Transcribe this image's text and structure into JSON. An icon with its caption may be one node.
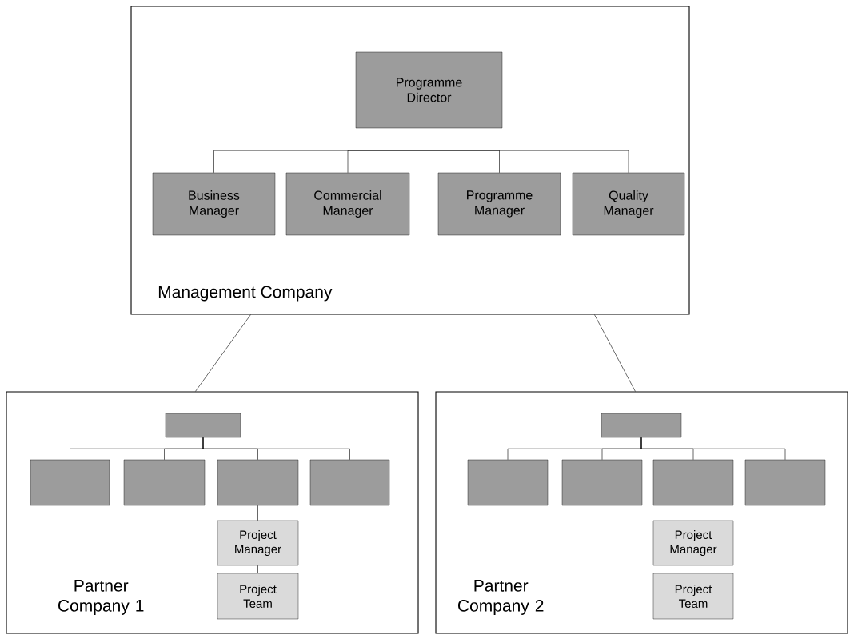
{
  "diagram": {
    "nodes": [
      {
        "text": [
          "Management Company"
        ]
      },
      {
        "text": [
          "Programme Director"
        ],
        "in": 0
      },
      {
        "text": [
          "Business Manager"
        ],
        "in": 0
      },
      {
        "text": [
          "Commercial Manager"
        ],
        "in": 0
      },
      {
        "text": [
          "Programme Manager"
        ],
        "in": 0
      },
      {
        "text": [
          "Quality Manager"
        ],
        "in": 0
      },
      {
        "text": [
          "Partner Company 1"
        ]
      },
      {
        "text": [],
        "shape": "box",
        "in": 6
      },
      {
        "text": [],
        "shape": "box",
        "in": 6
      },
      {
        "text": [],
        "shape": "box",
        "in": 6
      },
      {
        "text": [],
        "shape": "box",
        "in": 6
      },
      {
        "text": [],
        "shape": "box",
        "in": 6
      },
      {
        "text": [
          "Project Manager"
        ],
        "in": 6
      },
      {
        "text": [
          "Project Team"
        ],
        "in": 6
      },
      {
        "text": [
          "Partner Company 2"
        ]
      },
      {
        "text": [],
        "shape": "box",
        "in": 14
      },
      {
        "text": [],
        "shape": "box",
        "in": 14
      },
      {
        "text": [],
        "shape": "box",
        "in": 14
      },
      {
        "text": [],
        "shape": "box",
        "in": 14
      },
      {
        "text": [],
        "shape": "box",
        "in": 14
      },
      {
        "text": [
          "Project Manager"
        ],
        "in": 14
      },
      {
        "text": [
          "Project Team"
        ],
        "in": 14
      }
    ],
    "edges": [
      {
        "from": 0,
        "to": 6,
        "arrow": "none"
      },
      {
        "from": 0,
        "to": 14,
        "arrow": "none"
      },
      {
        "from": 1,
        "to": 2,
        "arrow": "none"
      },
      {
        "from": 1,
        "to": 3,
        "arrow": "none"
      },
      {
        "from": 1,
        "to": 4,
        "arrow": "none"
      },
      {
        "from": 1,
        "to": 5,
        "arrow": "none"
      },
      {
        "from": 7,
        "to": 8,
        "arrow": "none"
      },
      {
        "from": 7,
        "to": 9,
        "arrow": "none"
      },
      {
        "from": 7,
        "to": 10,
        "arrow": "none"
      },
      {
        "from": 7,
        "to": 11,
        "arrow": "none"
      },
      {
        "from": 10,
        "to": 12,
        "arrow": "none"
      },
      {
        "from": 12,
        "to": 13,
        "arrow": "none"
      },
      {
        "from": 15,
        "to": 16,
        "arrow": "none"
      },
      {
        "from": 15,
        "to": 17,
        "arrow": "none"
      },
      {
        "from": 15,
        "to": 18,
        "arrow": "none"
      },
      {
        "from": 15,
        "to": 19,
        "arrow": "none"
      }
    ]
  }
}
